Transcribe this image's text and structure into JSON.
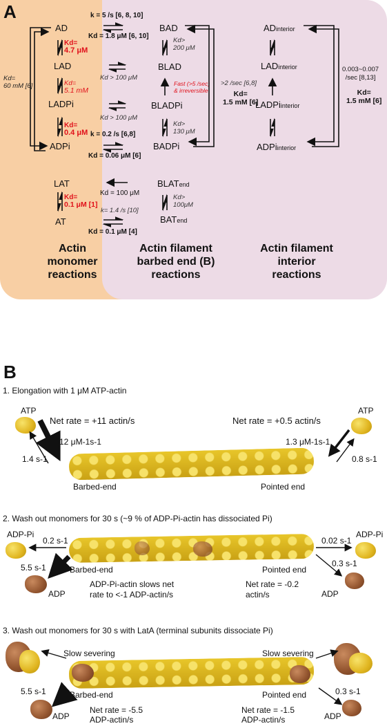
{
  "panelA": {
    "letter": "A",
    "colors": {
      "monomer_bg": "#f8cfa4",
      "barbed_bg": "#eddbe6",
      "red": "#e0101a"
    },
    "monomer": {
      "species": [
        "AD",
        "LAD",
        "LADPi",
        "ADPi",
        "LAT",
        "AT"
      ],
      "kd_red": [
        "Kd=",
        "4.7 μM",
        "5.1 mM",
        "0.4 μM",
        "0.1 μM [1]"
      ],
      "kd_left": "Kd=\n60 mM [6]",
      "title": "Actin\nmonomer\nreactions"
    },
    "links": {
      "k1": "k = 5 /s [6, 8, 10]",
      "kd1": "Kd = 1.8 μM [6, 10]",
      "kd2": "Kd > 100 μM",
      "kd3": "Kd > 100 μM",
      "k4": "k = 0.2 /s [6,8]",
      "kd4": "Kd = 0.06 μM [6]",
      "kd5": "Kd = 100 μM",
      "k6": "k= 1.4 /s [10]",
      "kd6": "Kd = 0.1 μM [4]"
    },
    "barbed": {
      "species": [
        "BAD",
        "BLAD",
        "BLADPi",
        "BADPi",
        "BLAT",
        "BAT"
      ],
      "sub_end": "end",
      "kd_top": "Kd>\n200 μM",
      "fast": "Fast (>5 /sec)\n& irreversible",
      "kd_mid": "Kd>\n130 μM",
      "kd_bot": "Kd>\n100μM",
      "rate": ">2 /sec [6,8]",
      "rate_kd": "Kd=\n1.5 mM [6]",
      "title": "Actin filament\nbarbed end (B)\nreactions"
    },
    "interior": {
      "species": [
        "AD",
        "LAD",
        "LADPi",
        "ADPi"
      ],
      "sub": "interior",
      "rate": "0.003~0.007\n/sec [8,13]",
      "rate_kd": "Kd=\n1.5 mM [6]",
      "title": "Actin filament\ninterior\nreactions"
    }
  },
  "panelB": {
    "letter": "B",
    "s1": {
      "heading": "1. Elongation with 1 μM ATP-actin",
      "atp_left": "ATP",
      "atp_right": "ATP",
      "net_left": "Net rate = +11 actin/s",
      "net_right": "Net rate = +0.5 actin/s",
      "on_left": "12 μM-1s-1",
      "off_left": "1.4 s-1",
      "on_right": "1.3 μM-1s-1",
      "off_right": "0.8 s-1",
      "barbed": "Barbed-end",
      "pointed": "Pointed end"
    },
    "s2": {
      "heading": "2. Wash out monomers for 30 s (~9 % of ADP-Pi-actin has dissociated Pi)",
      "adppi_left": "ADP-Pi",
      "adppi_right": "ADP-Pi",
      "r_left_pi": "0.2 s-1",
      "r_right_pi": "0.02 s-1",
      "r_left_adp": "5.5 s-1",
      "r_right_adp": "0.3 s-1",
      "adp_left": "ADP",
      "adp_right": "ADP",
      "barbed": "Barbed-end",
      "pointed": "Pointed end",
      "note_left": "ADP-Pi-actin slows net\nrate to <-1 ADP-actin/s",
      "note_right": "Net rate = -0.2\nactin/s"
    },
    "s3": {
      "heading": "3. Wash out monomers for 30 s with LatA (terminal subunits dissociate Pi)",
      "sev_left": "Slow severing",
      "sev_right": "Slow severing",
      "r_left": "5.5 s-1",
      "r_right": "0.3 s-1",
      "adp_left": "ADP",
      "adp_right": "ADP",
      "barbed": "Barbed-end",
      "pointed": "Pointed end",
      "net_left": "Net rate = -5.5\nADP-actin/s",
      "net_right": "Net rate = -1.5\nADP-actin/s"
    }
  }
}
